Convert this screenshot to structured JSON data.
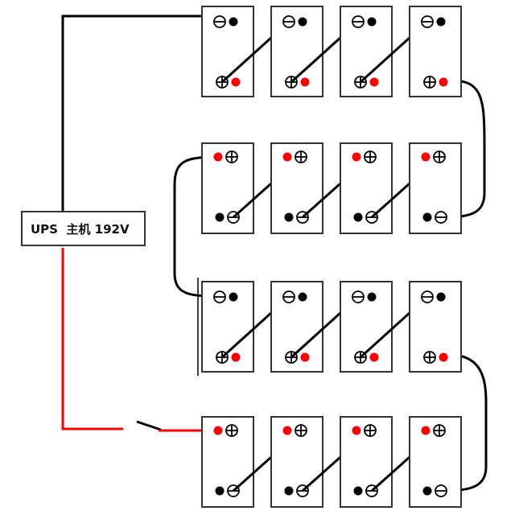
{
  "ups_label": "UPS  主机 192V",
  "battery_rows": 4,
  "batteries_per_row": 4,
  "colors": {
    "negative_wire": "#000000",
    "positive_wire": "#ff0000",
    "terminal_positive_dot": "#ff0000",
    "terminal_negative_dot": "#000000"
  },
  "icons": [
    "battery-icon",
    "plus-terminal-icon",
    "minus-terminal-icon",
    "switch-icon"
  ]
}
